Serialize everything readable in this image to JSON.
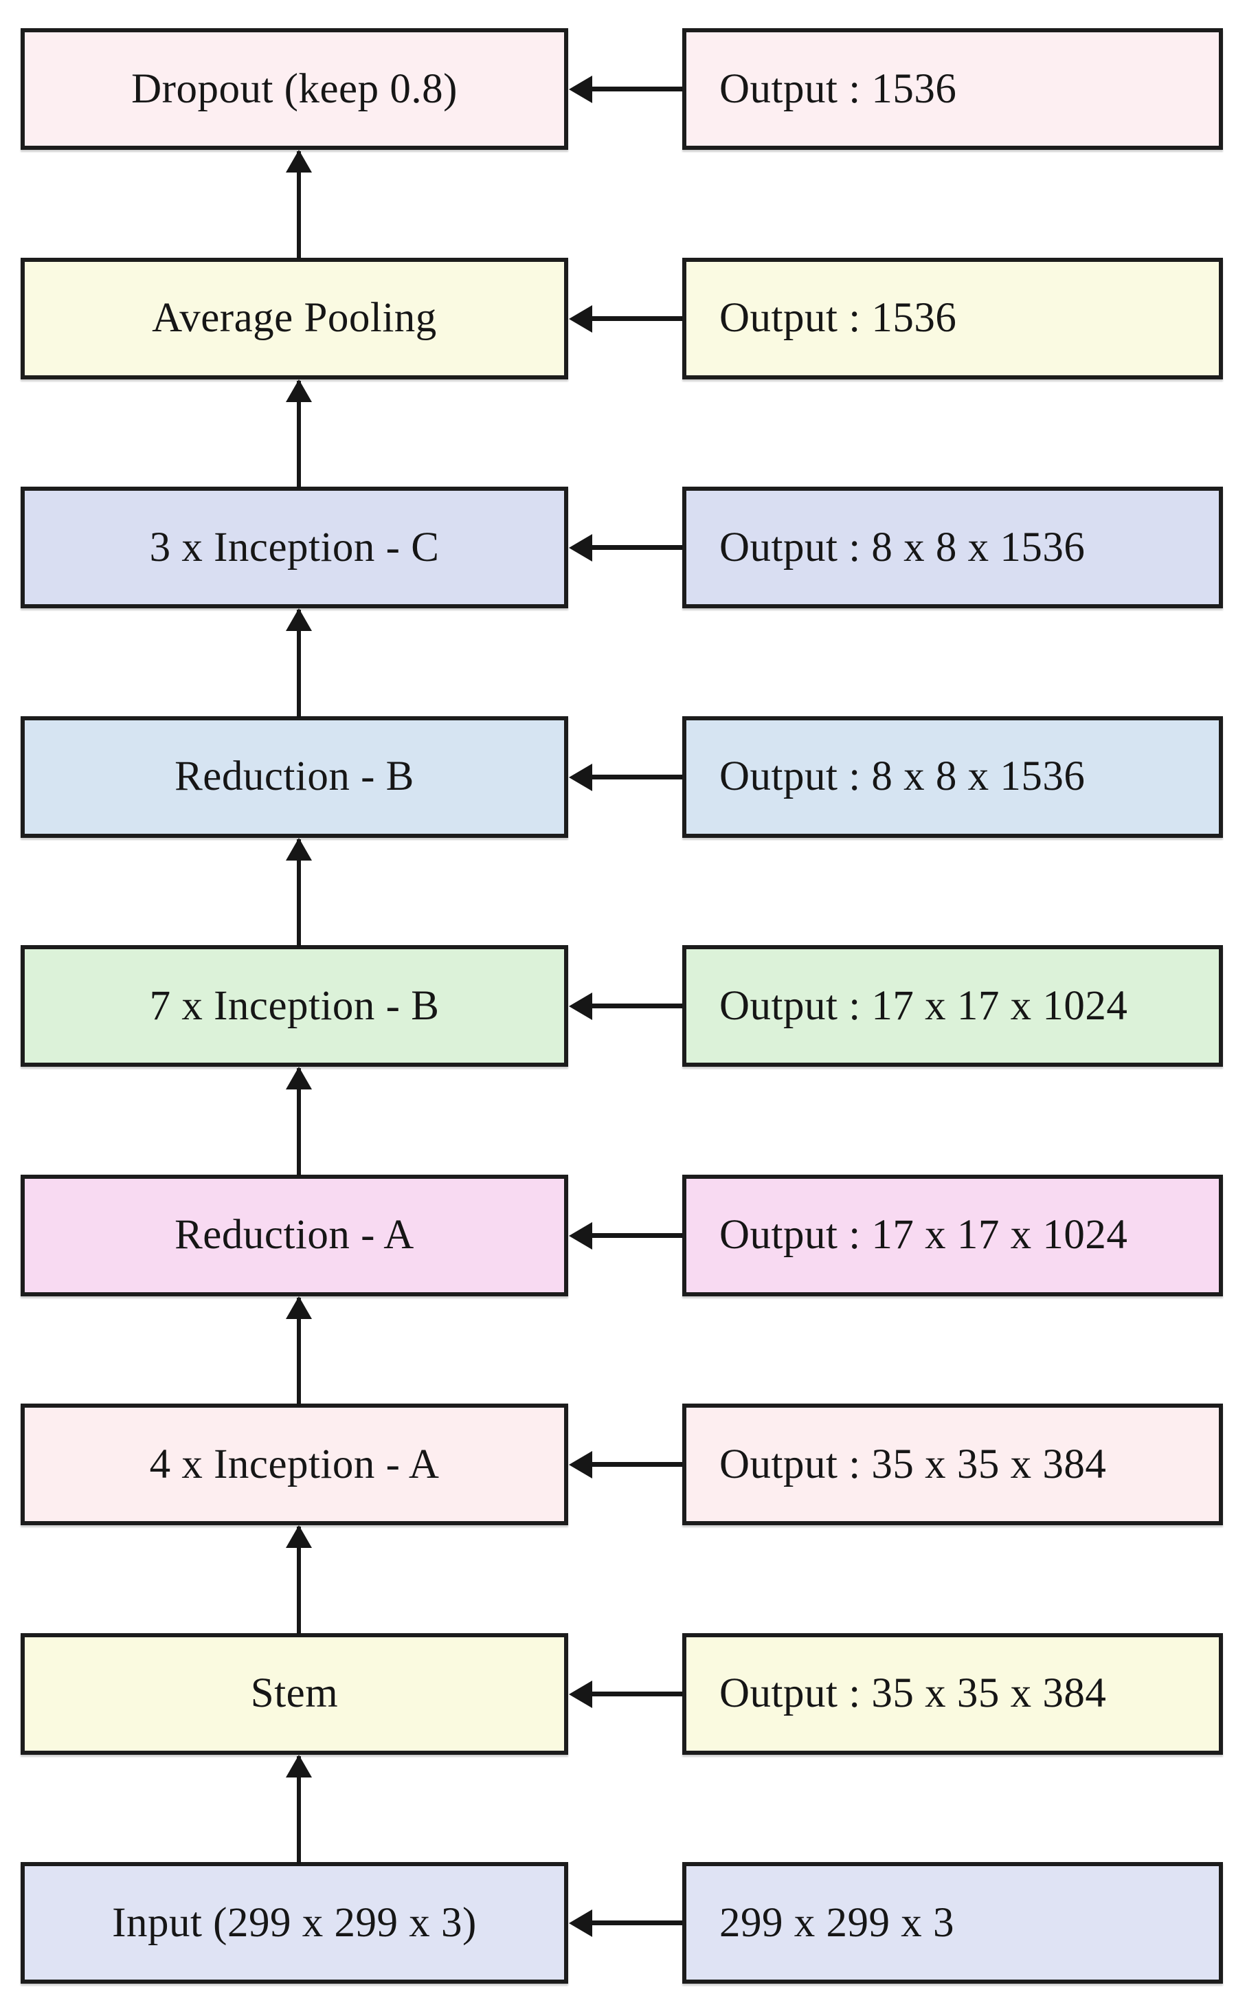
{
  "diagram": {
    "title": "Inception-v4 architecture flow diagram",
    "arrow_color": "#161616",
    "border_color": "#1c1c1c",
    "background": "#ffffff",
    "layers": [
      {
        "id": "dropout",
        "label": "Dropout (keep 0.8)",
        "output": "Output : 1536",
        "color": "#fdeff2"
      },
      {
        "id": "average-pooling",
        "label": "Average Pooling",
        "output": "Output : 1536",
        "color": "#fafae2"
      },
      {
        "id": "inception-c",
        "label": "3 x Inception - C",
        "output": "Output : 8 x 8 x 1536",
        "color": "#d9def2"
      },
      {
        "id": "reduction-b",
        "label": "Reduction - B",
        "output": "Output : 8 x 8 x 1536",
        "color": "#d6e4f2"
      },
      {
        "id": "inception-b",
        "label": "7 x Inception - B",
        "output": "Output : 17 x 17 x 1024",
        "color": "#dcf2d9"
      },
      {
        "id": "reduction-a",
        "label": "Reduction - A",
        "output": "Output : 17 x 17 x 1024",
        "color": "#f8daf2"
      },
      {
        "id": "inception-a",
        "label": "4 x Inception - A",
        "output": "Output : 35 x 35 x 384",
        "color": "#fdeef0"
      },
      {
        "id": "stem",
        "label": "Stem",
        "output": "Output : 35 x 35 x 384",
        "color": "#fafae0"
      },
      {
        "id": "input",
        "label": "Input (299 x 299 x 3)",
        "output": "299 x 299 x 3",
        "color": "#dfe3f4"
      }
    ]
  }
}
